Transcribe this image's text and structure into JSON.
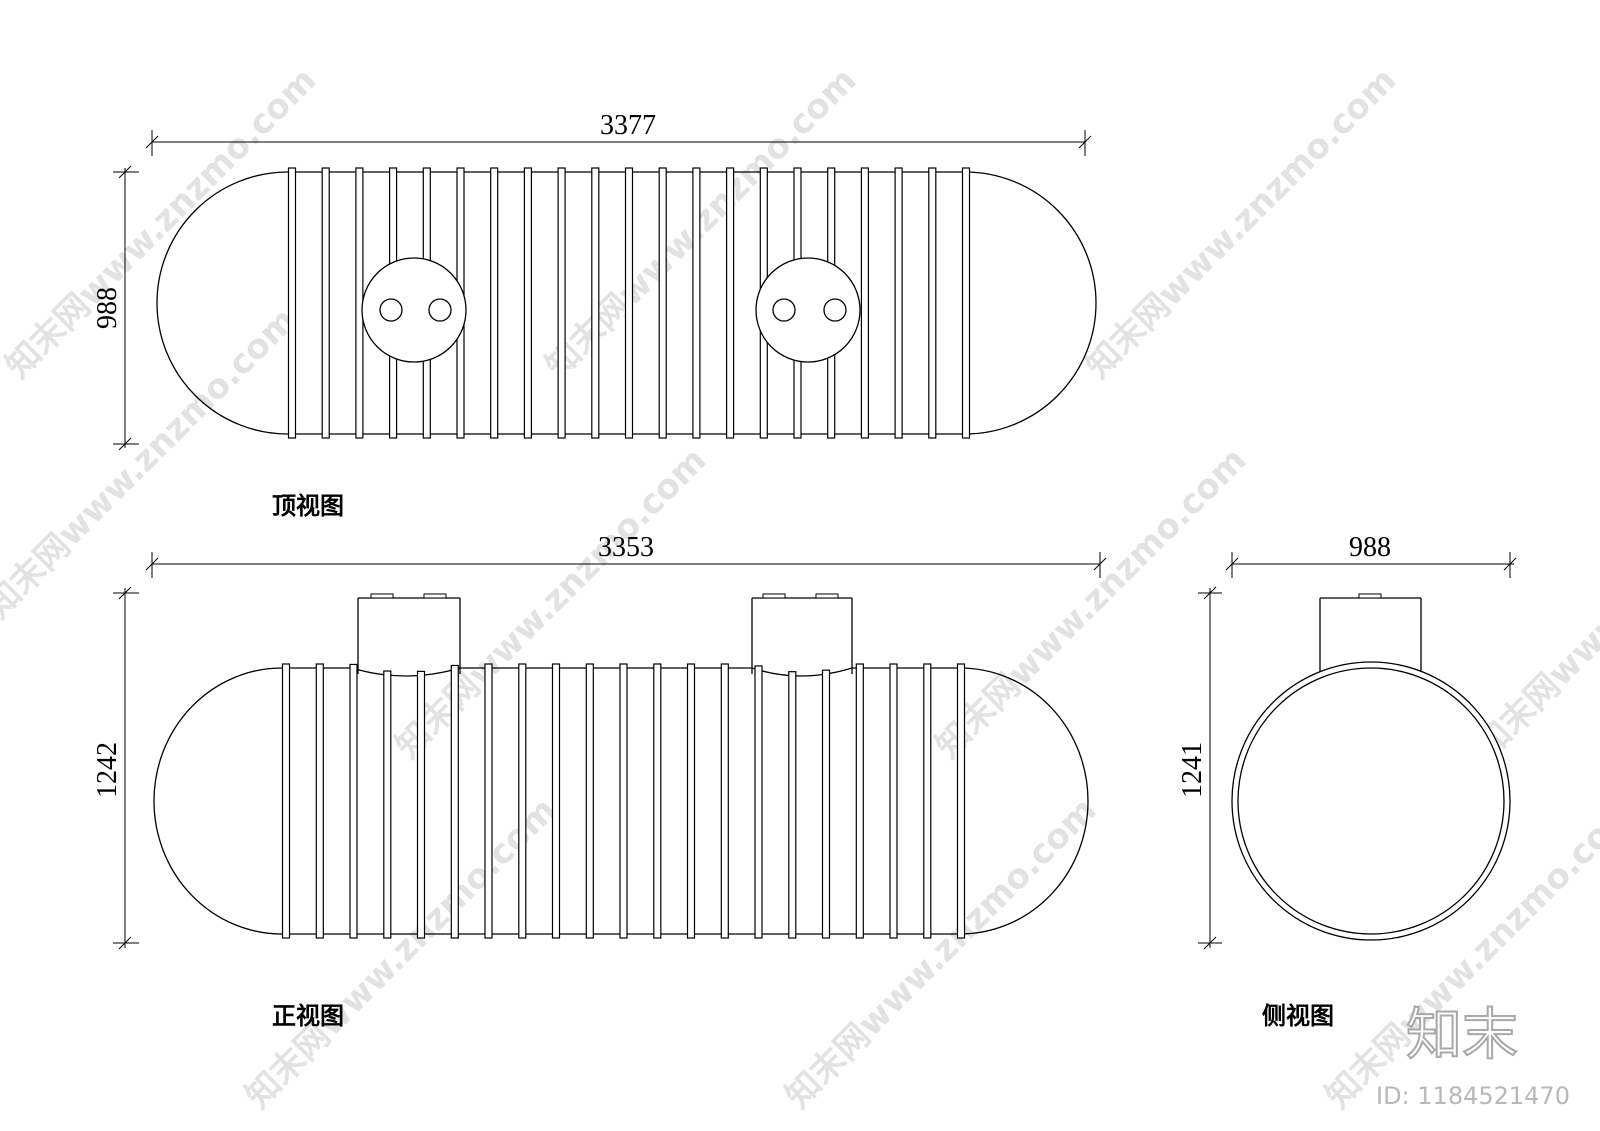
{
  "top_view": {
    "length_label": "3377",
    "height_label": "988",
    "caption": "顶视图",
    "rib_count": 21
  },
  "front_view": {
    "length_label": "3353",
    "height_label": "1242",
    "caption": "正视图",
    "rib_count": 21
  },
  "side_view": {
    "width_label": "988",
    "height_label": "1241",
    "caption": "侧视图"
  },
  "watermark": {
    "text": "知末网www.znzmo.com",
    "logo": "知末",
    "id_label": "ID: 1184521470"
  }
}
